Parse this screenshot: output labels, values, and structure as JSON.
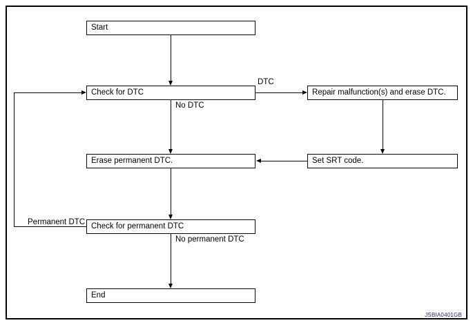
{
  "figure": {
    "id_label": "JSBIA0401GB",
    "nodes": {
      "start": "Start",
      "check_dtc": "Check for DTC",
      "repair": "Repair malfunction(s) and erase DTC.",
      "erase_permanent": "Erase permanent DTC.",
      "set_srt": "Set SRT code.",
      "check_permanent": "Check for permanent DTC",
      "end": "End"
    },
    "edge_labels": {
      "dtc": "DTC",
      "no_dtc": "No DTC",
      "permanent_dtc": "Permanent DTC",
      "no_permanent_dtc": "No permanent DTC"
    },
    "colors": {
      "line": "#000000",
      "box_border": "#000000",
      "background": "#ffffff",
      "figure_id": "#1b1b6e"
    }
  }
}
